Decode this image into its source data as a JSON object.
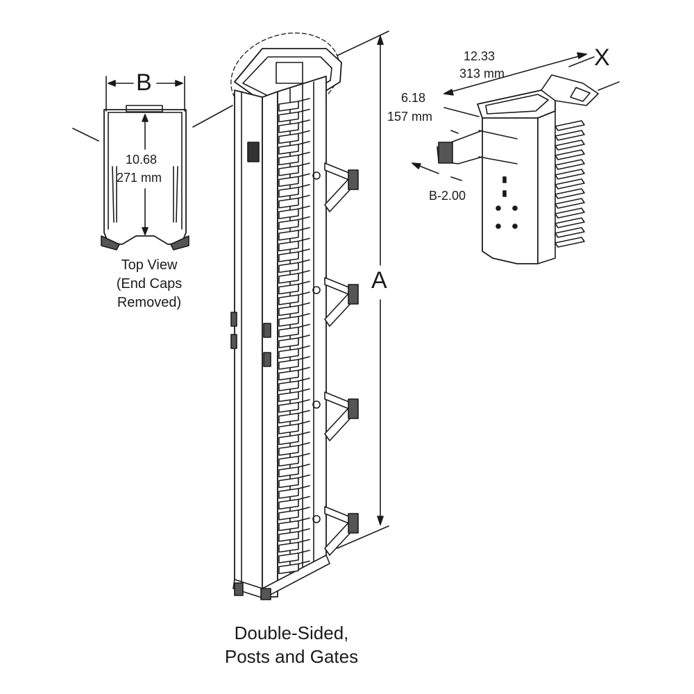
{
  "top_view": {
    "dim_label": "B",
    "depth_in": "10.68",
    "depth_mm": "271 mm",
    "caption_lines": [
      "Top View",
      "(End Caps",
      "Removed)"
    ]
  },
  "main_view": {
    "height_label": "A",
    "caption_lines": [
      "Double-Sided,",
      "Posts and Gates"
    ]
  },
  "detail_view": {
    "width_in": "12.33",
    "width_mm": "313 mm",
    "offset_in": "6.18",
    "offset_mm": "157 mm",
    "gate_label": "B-2.00",
    "x_label": "X"
  },
  "colors": {
    "line": "#1a1a1a",
    "fill": "#ffffff",
    "shade": "#d9d9d9"
  }
}
